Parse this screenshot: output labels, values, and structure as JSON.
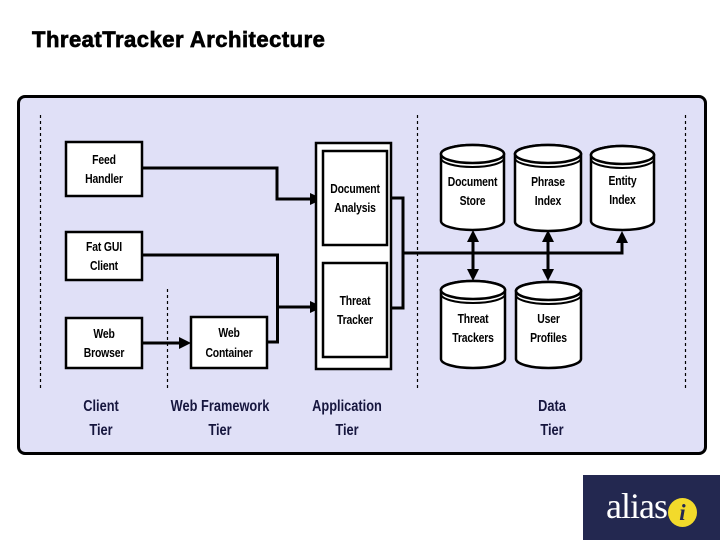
{
  "title": "ThreatTracker Architecture",
  "colors": {
    "panel_fill": "#e0e0f7",
    "panel_border": "#000000",
    "node_fill": "#ffffff",
    "connector": "#000000",
    "tier_text": "#16163e",
    "logo_background": "#232850",
    "logo_text": "#ffffff",
    "logo_dot_fill": "#f2da2b"
  },
  "nodes": {
    "feed_handler": "Feed\nHandler",
    "fat_gui_client": "Fat GUI\nClient",
    "web_browser": "Web\nBrowser",
    "web_container": "Web\nContainer",
    "document_analysis": "Document\nAnalysis",
    "threat_tracker": "Threat\nTracker",
    "document_store": "Document\nStore",
    "phrase_index": "Phrase\nIndex",
    "entity_index": "Entity\nIndex",
    "threat_trackers": "Threat\nTrackers",
    "user_profiles": "User\nProfiles"
  },
  "tiers": {
    "client": "Client\nTier",
    "web_framework": "Web Framework\nTier",
    "application": "Application\nTier",
    "data": "Data\nTier"
  },
  "logo": {
    "name": "alias",
    "dot": "i"
  }
}
